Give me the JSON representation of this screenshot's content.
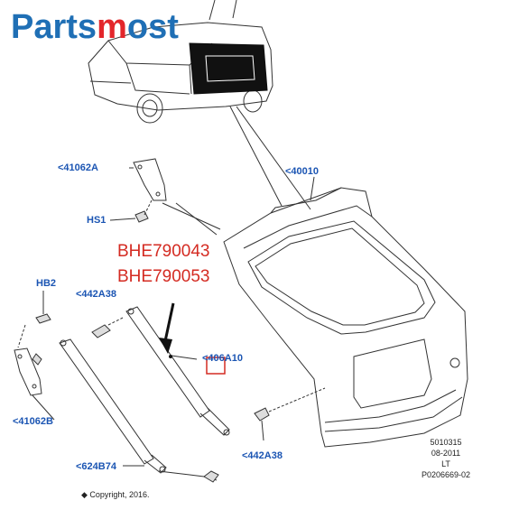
{
  "brand": {
    "part1": "Parts",
    "part2": "m",
    "part3": "ost"
  },
  "callouts": {
    "bracket_upper": "<41062A",
    "tailgate": "<40010",
    "screw": "HS1",
    "bolt": "HB2",
    "stud_upper": "<442A38",
    "strut_ref": "<406A10",
    "bracket_lower": "<41062B",
    "stud_lower": "<442A38",
    "wiring": "<624B74"
  },
  "part_numbers": [
    "BHE790043",
    "BHE790053"
  ],
  "info_block": [
    "5010315",
    "08-2011",
    "LT",
    "P0206669-02"
  ],
  "copyright": "◆ Copyright, 2016.",
  "colors": {
    "brand_blue": "#1f6fb5",
    "brand_red": "#e3262b",
    "callout_blue": "#1b55b3",
    "annotation_red": "#d42b22"
  }
}
